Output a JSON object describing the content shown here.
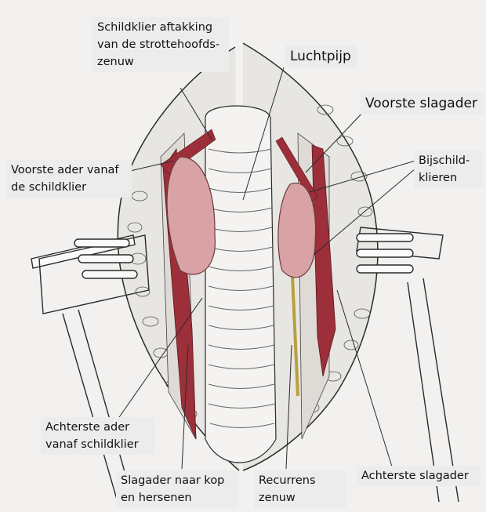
{
  "labels": {
    "thyroid_branch_nerve": [
      "Schildklier aftakking",
      "van de strottehoofds-",
      "zenuw"
    ],
    "trachea": "Luchtpijp",
    "anterior_artery": "Voorste slagader",
    "anterior_vein": [
      "Voorste ader vanaf",
      "de schildklier"
    ],
    "parathyroids": [
      "Bijschild-",
      "klieren"
    ],
    "posterior_vein": [
      "Achterste ader",
      "vanaf  schildklier"
    ],
    "carotid_artery": [
      "Slagader naar  kop",
      "en hersenen"
    ],
    "recurrent_nerve": [
      "Recurrens",
      "zenuw"
    ],
    "posterior_artery": "Achterste slagader"
  },
  "colors": {
    "background": "#f2f1ef",
    "label_box": "#ececec",
    "vessel_red": "#9c2f3a",
    "gland_pink": "#d9a3a5",
    "line": "#2b2b2b"
  }
}
